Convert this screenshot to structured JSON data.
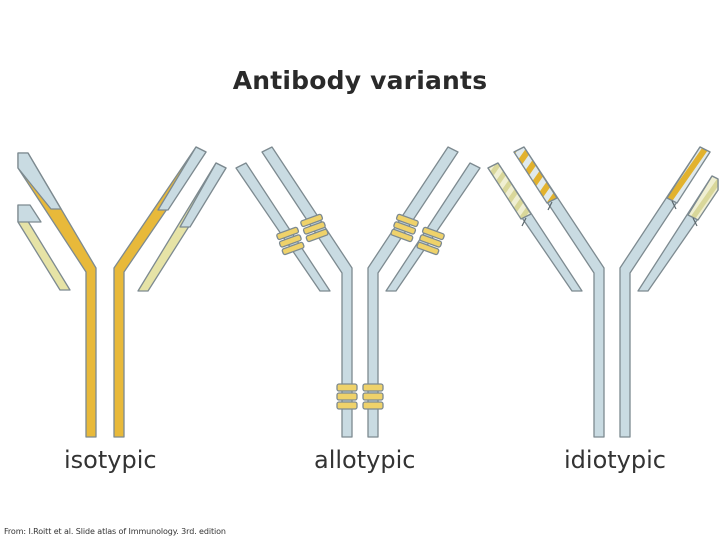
{
  "title": "Antibody variants",
  "panels": [
    {
      "label": "isotypic"
    },
    {
      "label": "allotypic"
    },
    {
      "label": "idiotypic"
    }
  ],
  "credit": "From: I.Roitt et al. Slide atlas of Immunology. 3rd. edition",
  "colors": {
    "heavy_blue": "#c9dbe2",
    "outline": "#7d8a90",
    "isotype_gold": "#e8b93a",
    "light_cream": "#e6e3a6",
    "allotype_band": "#efd26a",
    "idiotype_stripe": "#e2b22e"
  }
}
